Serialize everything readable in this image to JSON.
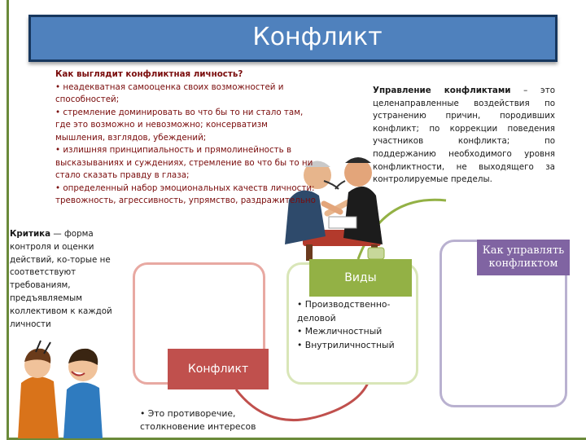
{
  "title": "Конфликт",
  "personality": {
    "question": "Как выглядит конфликтная личность?",
    "items": [
      "• неадекватная самооценка своих возможностей и способностей;",
      "• стремление доминировать во что бы то ни стало там, где это возможно и невозможно; консерватизм мышления, взглядов, убеждений;",
      "• излишняя принципиальность и прямолинейность в высказываниях и суждениях, стремление во что бы то ни стало сказать правду в глаза;",
      "• определенный набор эмоциональных качеств личности: тревожность, агрессивность, упрямство, раздражительно"
    ]
  },
  "criticism": {
    "term": "Критика",
    "text": " — форма контроля и оценки действий, ко-торые не соответствуют требованиям, предъявляемым коллективом к каждой личности"
  },
  "management": {
    "term": "Управление конфликтами",
    "text": " – это целенаправленные воздействия по устранению причин, породивших конфликт; по коррекции поведения участников конфликта; по поддержанию необходимого уровня конфликтности, не выходящего за контролируемые пределы."
  },
  "types": {
    "label": "Виды",
    "items": [
      "• Производственно-деловой",
      "• Межличностный",
      "• Внутриличностный"
    ]
  },
  "conflict_box": {
    "label": "Конфликт",
    "definition": "• Это противоречие, столкновение интересов"
  },
  "how_to_manage": {
    "label": "Как управлять конфликтом"
  },
  "colors": {
    "title_fill": "#4f81bd",
    "title_border": "#17375e",
    "red_text": "#7a0c0c",
    "green_box": "#93b145",
    "red_box": "#c0504d",
    "purple_box": "#8064a2"
  }
}
